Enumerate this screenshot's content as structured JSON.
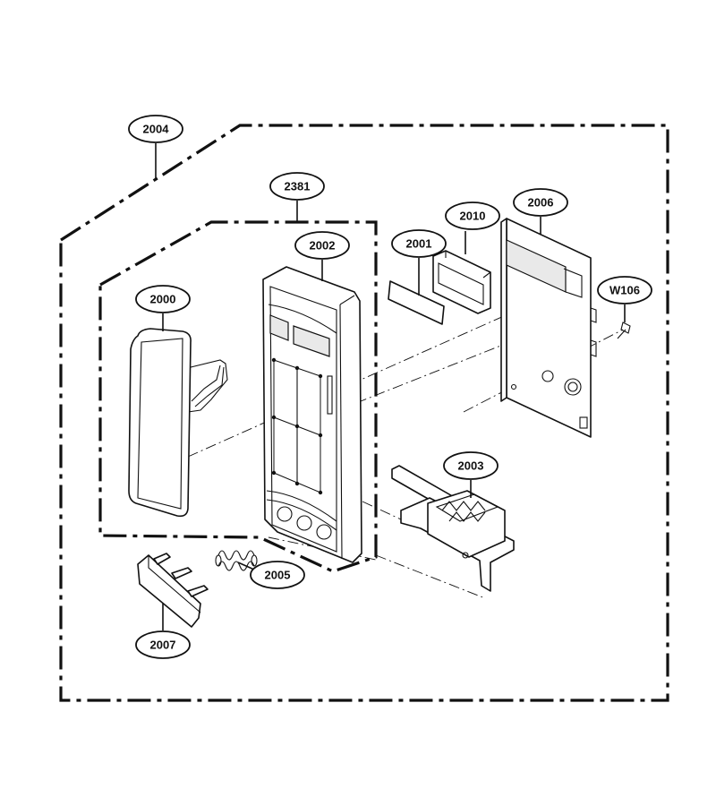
{
  "callouts": [
    {
      "id": "2004",
      "label": "2004"
    },
    {
      "id": "2381",
      "label": "2381"
    },
    {
      "id": "2010",
      "label": "2010"
    },
    {
      "id": "2006",
      "label": "2006"
    },
    {
      "id": "2001",
      "label": "2001"
    },
    {
      "id": "2002",
      "label": "2002"
    },
    {
      "id": "2000",
      "label": "2000"
    },
    {
      "id": "W106",
      "label": "W106"
    },
    {
      "id": "2003",
      "label": "2003"
    },
    {
      "id": "2005",
      "label": "2005"
    },
    {
      "id": "2007",
      "label": "2007"
    }
  ]
}
